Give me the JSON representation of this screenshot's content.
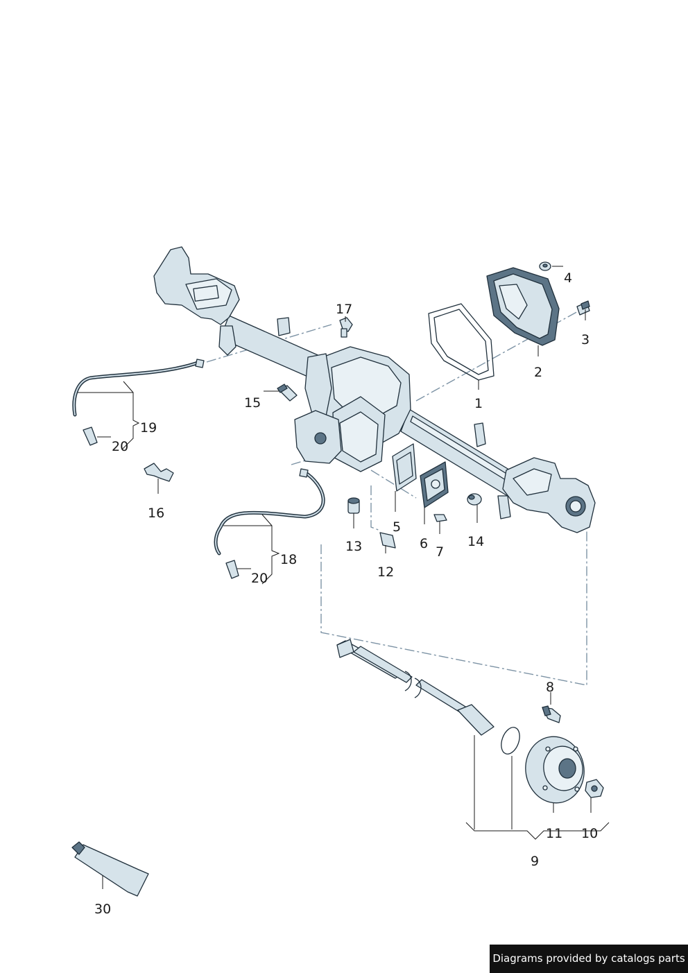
{
  "diagram": {
    "labels": {
      "p1": "1",
      "p2": "2",
      "p3": "3",
      "p4": "4",
      "p5": "5",
      "p6": "6",
      "p7": "7",
      "p8": "8",
      "p9": "9",
      "p10": "10",
      "p11": "11",
      "p12": "12",
      "p13": "13",
      "p14": "14",
      "p15": "15",
      "p16": "16",
      "p17": "17",
      "p18": "18",
      "p19": "19",
      "p20a": "20",
      "p20b": "20",
      "p30": "30"
    }
  },
  "footer": {
    "text": "Diagrams provided by catalogs parts"
  },
  "colors": {
    "part_fill": "#d6e3ea",
    "outline": "#1f2f3b",
    "dash": "#7d93a5",
    "footer_bg": "#111111"
  }
}
